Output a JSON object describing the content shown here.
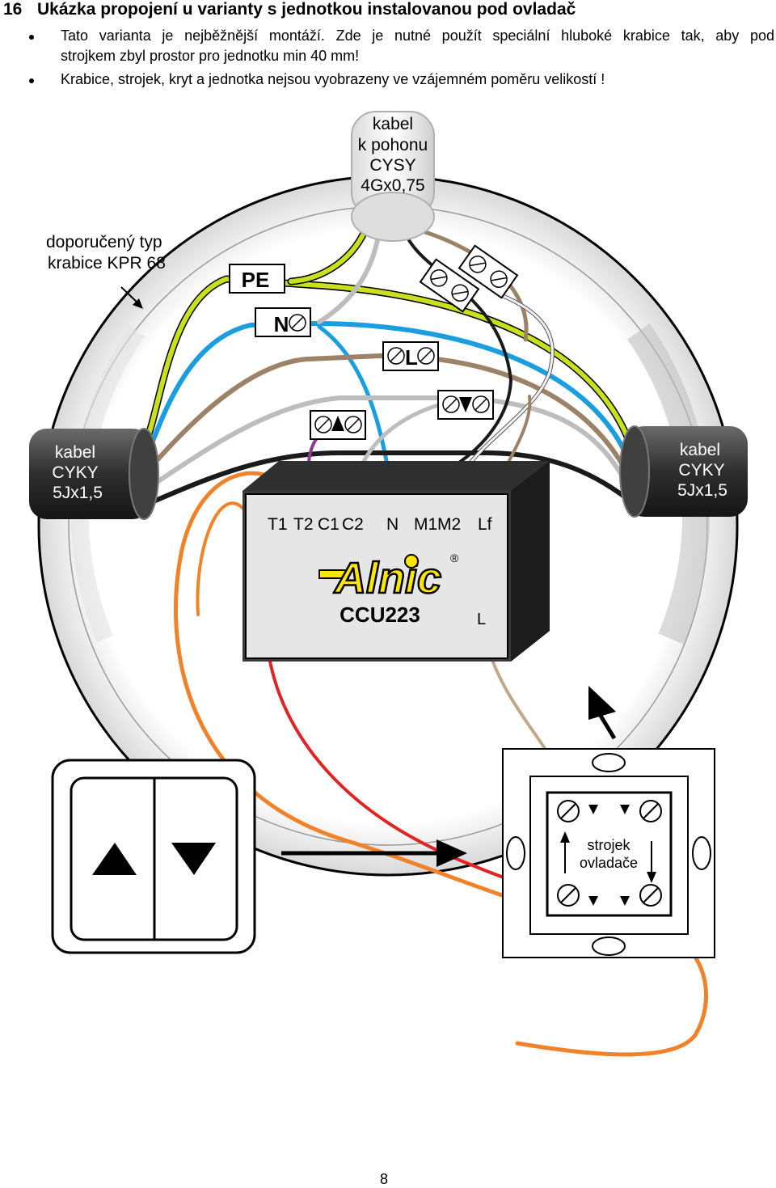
{
  "section": {
    "number": "16",
    "title": "Ukázka propojení u varianty s jednotkou instalovanou pod ovladač"
  },
  "bullets": [
    {
      "line1": "Tato varianta je nejběžnější montáží. Zde je nutné použít speciální hluboké krabice tak, aby pod",
      "line2": "strojkem zbyl prostor pro jednotku min 40 mm!"
    },
    {
      "line1": "Krabice, strojek, kryt a jednotka nejsou  vyobrazeny ve vzájemném poměru velikostí !",
      "line2": ""
    }
  ],
  "diagram": {
    "box_label": [
      "doporučený typ",
      "krabice KPR 68"
    ],
    "motor_cable": [
      "kabel",
      "k pohonu",
      "CYSY",
      "4Gx0,75"
    ],
    "left_cable": [
      "kabel",
      "CYKY",
      "5Jx1,5"
    ],
    "right_cable": [
      "kabel",
      "CYKY",
      "5Jx1,5"
    ],
    "terminals": {
      "pe": "PE",
      "n": "N",
      "l": "L"
    },
    "unit": {
      "terminals": [
        "T1",
        "T2",
        "C1",
        "C2",
        "N",
        "M1",
        "M2",
        "Lf"
      ],
      "brand": "Alnic",
      "registered": "®",
      "model": "CCU223",
      "l_terminal": "L"
    },
    "switch_mechanism": [
      "strojek",
      "ovladače"
    ]
  },
  "colors": {
    "pe_wire": "#c8e01e",
    "n_wire": "#1a9ee0",
    "l_wire": "#9c8266",
    "gray_wire": "#bdbdbd",
    "black_wire": "#1a1a1a",
    "red_wire": "#e02424",
    "orange_wire": "#f0822a",
    "purple_wire": "#8e3a8e",
    "brand_yellow": "#ffe600",
    "unit_body": "#3a3a3a"
  },
  "page_number": "8"
}
